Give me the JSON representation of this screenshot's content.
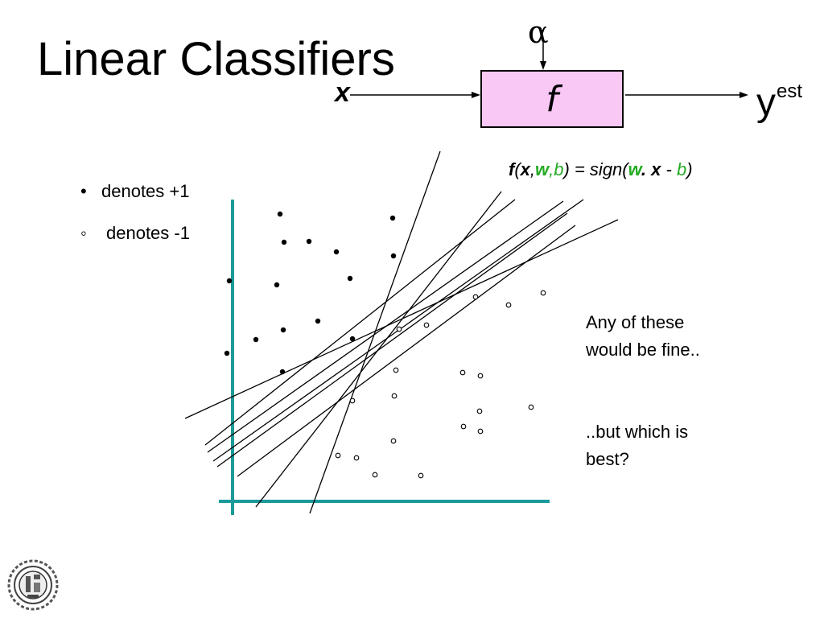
{
  "title": "Linear Classifiers",
  "diagram": {
    "alpha": "α",
    "function": "f",
    "input": "x",
    "output": "y",
    "output_sup": "est"
  },
  "formula": {
    "f": "f",
    "open": "(",
    "x": "x",
    "c1": ",",
    "w": "w",
    "c2": ",",
    "b": "b",
    "close": ") = sign(",
    "w2": "w",
    "dot": ". ",
    "x2": "x",
    "minus": " - ",
    "b2": "b",
    "end": ")"
  },
  "legend": {
    "pos_symbol": "•",
    "pos_label": "denotes +1",
    "neg_symbol": "◦",
    "neg_label": "denotes -1"
  },
  "notes": {
    "line1": "Any of these",
    "line2": "would be fine..",
    "line3": "..but which is",
    "line4": "best?"
  },
  "colors": {
    "axis": "#1a9a9a",
    "box_fill": "#f9c8f5",
    "formula_green": "#22aa22"
  },
  "scatter": {
    "positive": [
      [
        348,
        266
      ],
      [
        488,
        271
      ],
      [
        353,
        301
      ],
      [
        384,
        300
      ],
      [
        418,
        313
      ],
      [
        489,
        318
      ],
      [
        285,
        349
      ],
      [
        344,
        354
      ],
      [
        435,
        346
      ],
      [
        395,
        399
      ],
      [
        318,
        422
      ],
      [
        352,
        410
      ],
      [
        438,
        421
      ],
      [
        282,
        439
      ],
      [
        351,
        462
      ]
    ],
    "negative": [
      [
        591,
        369
      ],
      [
        632,
        379
      ],
      [
        675,
        364
      ],
      [
        496,
        409
      ],
      [
        530,
        404
      ],
      [
        492,
        460
      ],
      [
        575,
        463
      ],
      [
        597,
        467
      ],
      [
        490,
        492
      ],
      [
        438,
        498
      ],
      [
        660,
        506
      ],
      [
        596,
        511
      ],
      [
        576,
        530
      ],
      [
        597,
        536
      ],
      [
        489,
        548
      ],
      [
        420,
        566
      ],
      [
        443,
        569
      ],
      [
        466,
        590
      ],
      [
        523,
        591
      ]
    ],
    "lines": [
      [
        385,
        638,
        547,
        188
      ],
      [
        318,
        630,
        623,
        238
      ],
      [
        255,
        553,
        640,
        248
      ],
      [
        258,
        562,
        700,
        250
      ],
      [
        265,
        573,
        725,
        248
      ],
      [
        230,
        520,
        768,
        273
      ],
      [
        270,
        580,
        705,
        265
      ],
      [
        295,
        592,
        715,
        280
      ]
    ]
  }
}
